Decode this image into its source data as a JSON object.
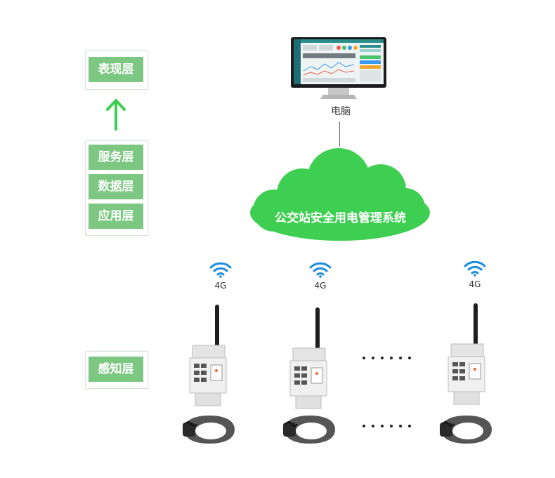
{
  "layers": {
    "presentation": "表现层",
    "service": "服务层",
    "data": "数据层",
    "application": "应用层",
    "perception": "感知层"
  },
  "computer_label": "电脑",
  "system_name": "公交站安全用电管理系统",
  "signal_labels": [
    "4G",
    "4G",
    "4G"
  ],
  "colors": {
    "accent_green": "#3ecf52",
    "layer_green": "#7cc882"
  }
}
